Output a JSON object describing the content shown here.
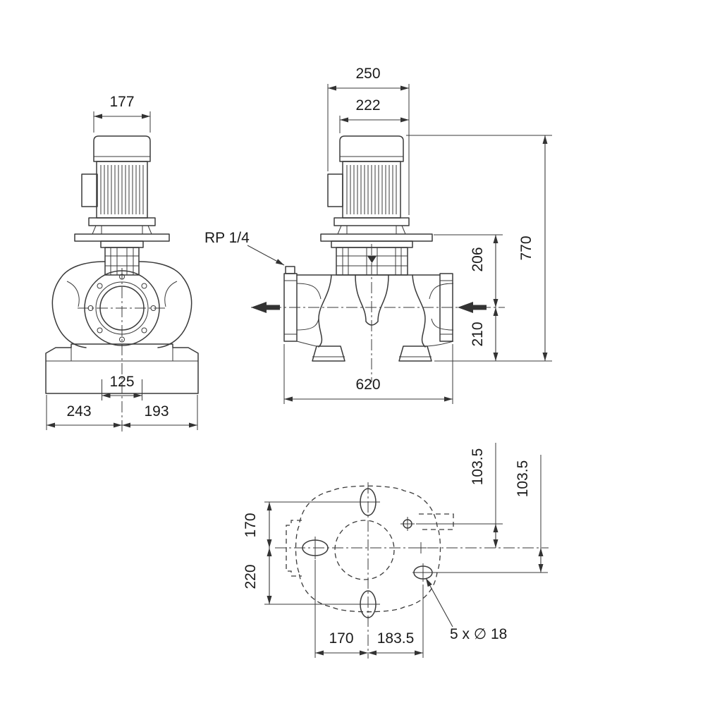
{
  "drawing": {
    "front_view": {
      "motor_width": "177",
      "port_width": "125",
      "base_left": "243",
      "base_right": "193"
    },
    "side_view": {
      "overall_width": "250",
      "motor_width": "222",
      "plug_label": "RP 1/4",
      "top_to_center": "206",
      "center_to_base": "210",
      "total_height": "770",
      "port_to_port": "620"
    },
    "plan_view": {
      "center_to_top_port": "170",
      "center_to_bottom_port": "220",
      "offset_upper": "103.5",
      "offset_lower": "103.5",
      "bottom_left": "170",
      "bottom_right": "183.5",
      "holes_label": "5 x ∅ 18"
    }
  }
}
